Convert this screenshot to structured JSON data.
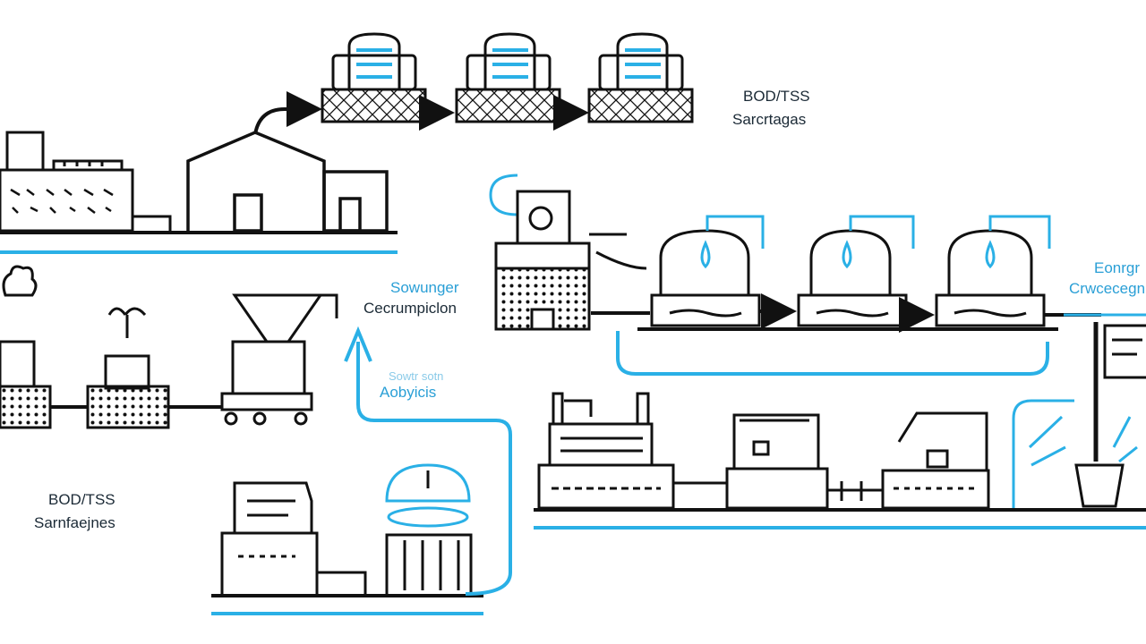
{
  "labels": {
    "bod_top_line1": "BOD/TSS",
    "bod_top_line2": "Sarcrtagas",
    "sample_mid_line1": "Sowunger",
    "sample_mid_line2": "Cecrumpiclon",
    "analysis_small": "Sowtr sotn",
    "analysis": "Aobyicis",
    "right_line1": "Eonrgr",
    "right_line2": "Crwcecegn",
    "bod_bottom_line1": "BOD/TSS",
    "bod_bottom_line2": "Sarnfaejnes"
  },
  "colors": {
    "line": "#111111",
    "accent": "#2ab0e6"
  }
}
